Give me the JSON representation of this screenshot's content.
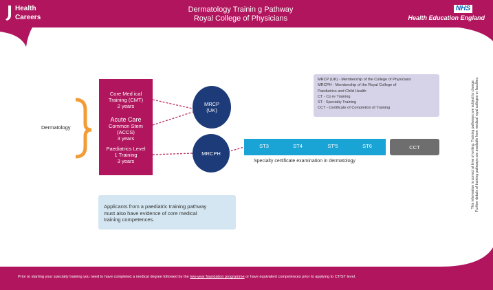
{
  "header": {
    "logo_line1": "Health",
    "logo_line2": "Careers",
    "title": "Dermatology Trainin g Pathway",
    "subtitle": "Royal College of Physicians",
    "nhs": "NHS",
    "hee": "Health  Education England"
  },
  "colors": {
    "magenta": "#b0155e",
    "navy": "#1d3b79",
    "cyan": "#1aa3d5",
    "grey": "#6e6e6e",
    "orange": "#f39c35"
  },
  "left_label": "Dermatology",
  "pink_box": {
    "cmt": [
      "Core Med ical",
      "Training (CMT)",
      "2 years"
    ],
    "accs": [
      "Acute Care",
      "Common Stem",
      "(ACCS)",
      "3 years"
    ],
    "paed": [
      "Paediatrics Level",
      "1 Training",
      "3 years"
    ]
  },
  "circles": {
    "mrcp": [
      "MRCP",
      "(UK)"
    ],
    "mrcph": "MRCPH"
  },
  "stages": [
    "ST3",
    "ST4",
    "ST'5",
    "ST6"
  ],
  "cct": "CCT",
  "spec_exam": "Specialty certificate examination in dermatology",
  "legend": [
    "MRCP (UK) - Membership of the College of Physicians",
    "MRCPH - Membership of the Royal College of",
    "Paediatrics and Child Health",
    "CT - Co re Training",
    "ST - Specialty Training",
    "CCT - Certificate of Completion of Training"
  ],
  "note": [
    "Applicants from a paediatric training pathway",
    "must also have evidence of core medical",
    "training competences."
  ],
  "side_text": [
    "This information is correct at time of writing. Training pathways are subject to change.",
    "Further details of training pathways are available from medical royal colleges or faculties."
  ],
  "footer": {
    "before": "Prior to  starting your specialty training you need to have completed a medical degree followed by the ",
    "link": "two-year  foundation  programme",
    "after": " or have equivalent competences prior to applying to CT/ST level."
  }
}
